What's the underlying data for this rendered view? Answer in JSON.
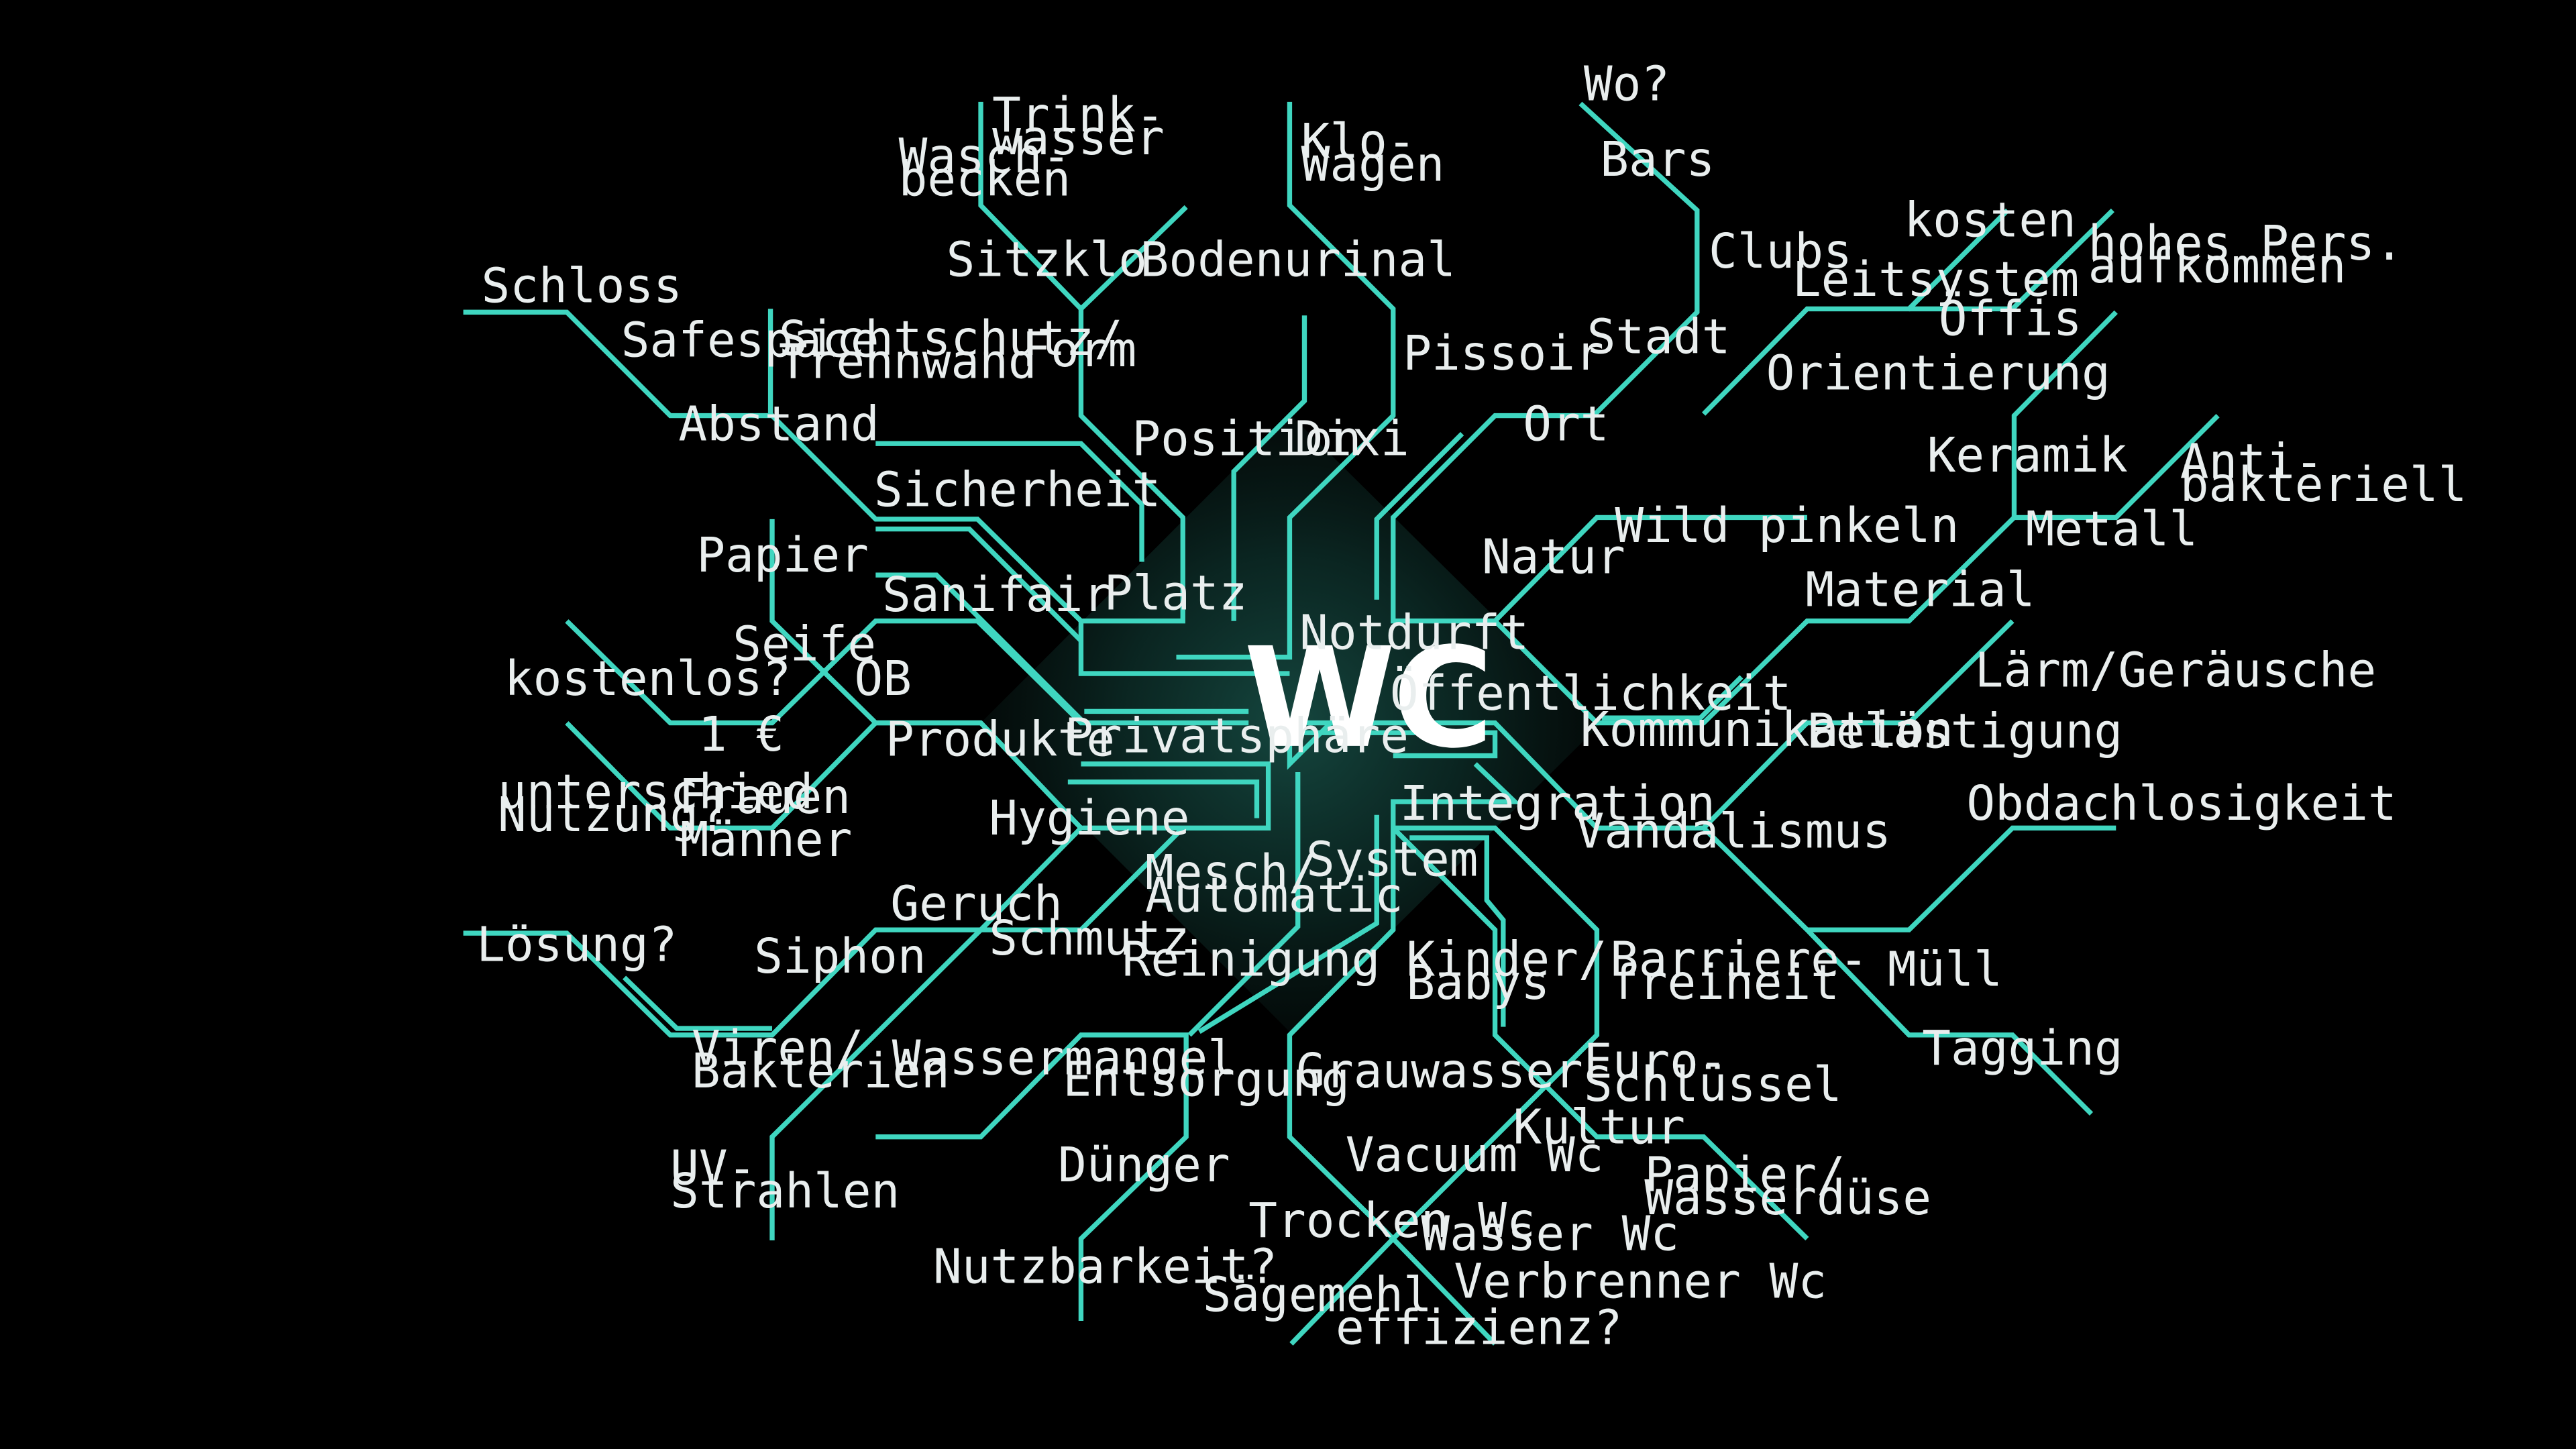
{
  "center_label": "WC",
  "colors": {
    "background": "#000000",
    "line": "#3fd6c0",
    "text": "#e9eeee",
    "glow": "#0f3a34"
  },
  "labels": {
    "trinkwasser": [
      "Trink-",
      "wasser"
    ],
    "waschbecken": [
      "Wasch-",
      "becken"
    ],
    "klo_wagen": [
      "Klo-",
      "Wagen"
    ],
    "wo": "Wo?",
    "bars": "Bars",
    "clubs": "Clubs",
    "kosten": "kosten",
    "hohes_pers": [
      "hohes Pers.",
      "aufkommen"
    ],
    "leitsystem": "Leitsystem",
    "oeffis": "Öffis",
    "sitzklo": "Sitzklo",
    "bodenurinal": "Bodenurinal",
    "schloss": "Schloss",
    "safespace": "Safespace",
    "sichtschutz": [
      "Sichtschutz/",
      "Trennwand"
    ],
    "form": "Form",
    "pissoir": "Pissoir",
    "stadt": "Stadt",
    "orientierung": "Orientierung",
    "abstand": "Abstand",
    "ort": "Ort",
    "position": "Position",
    "dixi": "Dixi",
    "keramik": "Keramik",
    "anti": [
      "Anti-",
      "bakteriell"
    ],
    "sicherheit": "Sicherheit",
    "wild_pinkeln": "Wild pinkeln",
    "metall": "Metall",
    "papier": "Papier",
    "natur": "Natur",
    "platz": "Platz",
    "sanifair": "Sanifair",
    "material": "Material",
    "notdurft": "Notdurft",
    "seife": "Seife",
    "laerm": "Lärm/Geräusche",
    "kostenlos": "kostenlos?",
    "ob": "OB",
    "oeffentlichkeit": "Öffentlichkeit",
    "kommunikation": "Kommunikation",
    "belaestigung": "Belästigung",
    "euro": "1 €",
    "produkte": "Produkte",
    "privatsphaere": "Privatsphäre",
    "unterschied": [
      "unterschied",
      "Nutzung?"
    ],
    "frauen": "Frauen",
    "integration": "Integration",
    "obdachlosigkeit": "Obdachlosigkeit",
    "hygiene": "Hygiene",
    "vandalismus": "Vandalismus",
    "maenner": "Männer",
    "system": "System",
    "mesch": [
      "Mesch/",
      "Automatic"
    ],
    "geruch": "Geruch",
    "schmutz": "Schmutz",
    "loesung": "Lösung?",
    "siphon": "Siphon",
    "reinigung": "Reinigung",
    "kinder": [
      "Kinder/",
      "Babys"
    ],
    "barriere": [
      "Barriere-",
      "freiheit"
    ],
    "muell": "Müll",
    "tagging": "Tagging",
    "viren": [
      "Viren/",
      "Bakterien"
    ],
    "wassermangel": "Wassermangel",
    "entsorgung": "Entsorgung",
    "grauwasser": "Grauwasser",
    "euroschluessel": [
      "Euro-",
      "Schlüssel"
    ],
    "kultur": "Kultur",
    "uv": [
      "UV-",
      "Strahlen"
    ],
    "duenger": "Dünger",
    "vacuum": "Vacuum Wc",
    "papier_wasser": [
      "Papier/",
      "Wasserdüse"
    ],
    "trocken": "Trocken Wc",
    "wasser_wc": "Wasser Wc",
    "nutzbarkeit": "Nutzbarkeit?",
    "verbrenner": "Verbrenner Wc",
    "saegemehl": "Sägemehl",
    "effizienz": "effizienz?"
  }
}
